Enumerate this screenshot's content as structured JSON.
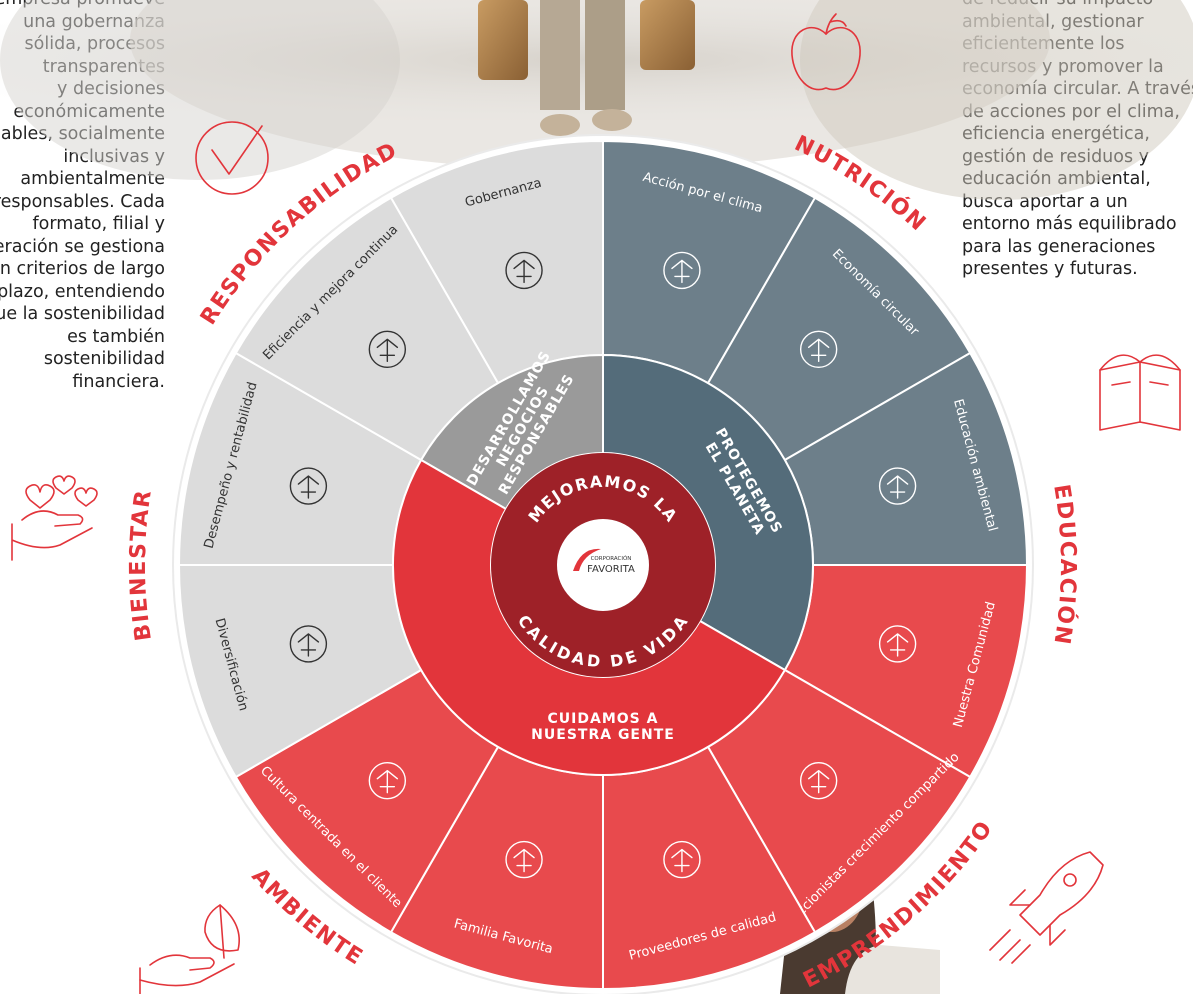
{
  "left_paragraph": [
    "empresa promueve",
    "una gobernanza",
    "sólida, procesos",
    "transparentes",
    "y decisiones",
    "económicamente",
    "viables, socialmente",
    "inclusivas y",
    "ambientalmente",
    "responsables. Cada",
    "formato, filial y",
    "operación se gestiona",
    "con criterios de largo",
    "plazo, entendiendo",
    "que la sostenibilidad",
    "es también",
    "sostenibilidad",
    "financiera."
  ],
  "right_paragraph": [
    "de reducir su impacto",
    "ambiental, gestionar",
    "eficientemente los",
    "recursos y promover la",
    "economía circular. A través",
    "de acciones por el clima,",
    "eficiencia energética,",
    "gestión de residuos y",
    "educación ambiental,",
    "busca aportar a un",
    "entorno más equilibrado",
    "para las generaciones",
    "presentes y futuras."
  ],
  "outer_labels": {
    "responsabilidad": "RESPONSABILIDAD",
    "nutricion": "NUTRICIÓN",
    "educacion": "EDUCACIÓN",
    "bienestar": "BIENESTAR",
    "ambiente": "AMBIENTE",
    "emprendimiento": "EMPRENDIMIENTO"
  },
  "pillars": {
    "negocios": "DESARROLLAMOS NEGOCIOS RESPONSABLES",
    "negocios_lines": [
      "DESARROLLAMOS",
      "NEGOCIOS",
      "RESPONSABLES"
    ],
    "planeta": "PROTEGEMOS EL PLANETA",
    "planeta_lines": [
      "PROTEGEMOS",
      "EL PLANETA"
    ],
    "gente": "CUIDAMOS A NUESTRA GENTE",
    "gente_lines": [
      "CUIDAMOS A",
      "NUESTRA GENTE"
    ]
  },
  "center": {
    "top": "MEJORAMOS LA",
    "bottom": "CALIDAD DE VIDA",
    "logo_small": "CORPORACIÓN",
    "logo_big": "FAVORITA"
  },
  "segments": [
    {
      "id": "gobernanza",
      "label": "Gobernanza",
      "icon": "handshake-icon"
    },
    {
      "id": "accion-clima",
      "label": "Acción por el clima",
      "icon": "globe-icon"
    },
    {
      "id": "economia-circular",
      "label": "Economía circular",
      "icon": "circular-money-icon"
    },
    {
      "id": "educacion-ambiental",
      "label": "Educación ambiental",
      "icon": "book-plant-icon"
    },
    {
      "id": "nuestra-comunidad",
      "label": "Nuestra Comunidad",
      "icon": "community-icon"
    },
    {
      "id": "accionistas",
      "label": "Accionistas crecimiento compartido",
      "icon": "shareholders-icon"
    },
    {
      "id": "proveedores",
      "label": "Proveedores de calidad",
      "icon": "suppliers-icon"
    },
    {
      "id": "familia",
      "label": "Familia Favorita",
      "icon": "family-icon"
    },
    {
      "id": "cultura",
      "label": "Cultura centrada en el cliente",
      "icon": "customer-culture-icon"
    },
    {
      "id": "diversificacion",
      "label": "Diversificación",
      "icon": "arrows-split-icon"
    },
    {
      "id": "desempeno",
      "label": "Desempeño y rentabilidad",
      "icon": "chart-icon"
    },
    {
      "id": "eficiencia",
      "label": "Eficiencia y mejora continua",
      "icon": "flowchart-icon"
    }
  ],
  "colors": {
    "gray_light": "#dcdcdc",
    "gray_mid": "#9a9a9a",
    "slate": "#6d7f8a",
    "slate_dark": "#546c7a",
    "red": "#e84a4d",
    "red_dark": "#d63a3e",
    "maroon": "#9e2128",
    "accent_red": "#e2353b"
  }
}
